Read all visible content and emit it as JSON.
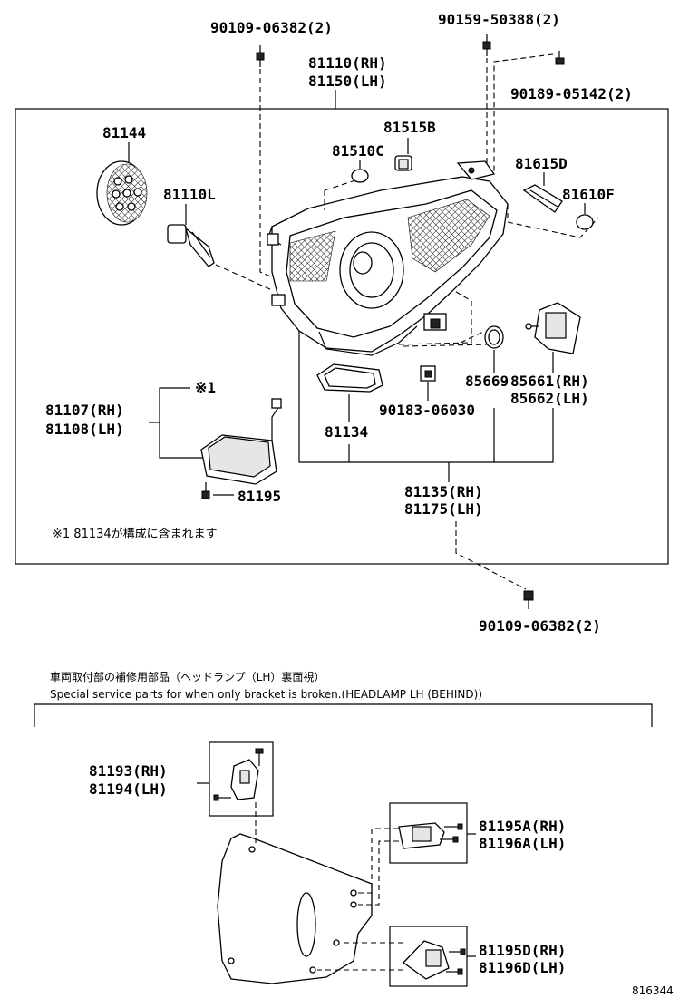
{
  "labels": {
    "l_90109_top": "90109-06382(2)",
    "l_90159": "90159-50388(2)",
    "l_90189": "90189-05142(2)",
    "l_81110rh": "81110(RH)",
    "l_81150lh": "81150(LH)",
    "l_81144": "81144",
    "l_81515b": "81515B",
    "l_81510c": "81510C",
    "l_81615d": "81615D",
    "l_81110l": "81110L",
    "l_81610f": "81610F",
    "l_star1": "※1",
    "l_81107rh": "81107(RH)",
    "l_81108lh": "81108(LH)",
    "l_85669": "85669",
    "l_85661rh": "85661(RH)",
    "l_85662lh": "85662(LH)",
    "l_90183": "90183-06030",
    "l_81134": "81134",
    "l_81195": "81195",
    "l_81135rh": "81135(RH)",
    "l_81175lh": "81175(LH)",
    "l_note": "※1 81134が構成に含まれます",
    "l_90109_bot": "90109-06382(2)",
    "l_cap_jp": "車両取付部の補修用部品（ヘッドランプ（LH）裏面視）",
    "l_cap_en": "Special service parts for when only bracket is broken.(HEADLAMP LH (BEHIND))",
    "l_81193rh": "81193(RH)",
    "l_81194lh": "81194(LH)",
    "l_81195a": "81195A(RH)",
    "l_81196a": "81196A(LH)",
    "l_81195d": "81195D(RH)",
    "l_81196d": "81196D(LH)",
    "l_figno": "816344"
  }
}
